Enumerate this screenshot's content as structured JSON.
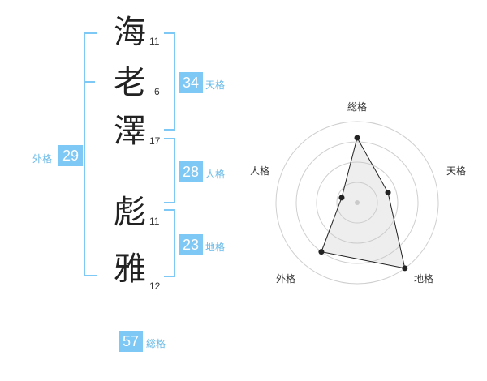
{
  "characters": [
    {
      "char": "海",
      "strokes": "11"
    },
    {
      "char": "老",
      "strokes": "6"
    },
    {
      "char": "澤",
      "strokes": "17"
    },
    {
      "char": "彪",
      "strokes": "11"
    },
    {
      "char": "雅",
      "strokes": "12"
    }
  ],
  "fortunes": {
    "tenkaku": {
      "value": "34",
      "label": "天格"
    },
    "jinkaku": {
      "value": "28",
      "label": "人格"
    },
    "chikaku": {
      "value": "23",
      "label": "地格"
    },
    "gaikaku": {
      "value": "29",
      "label": "外格"
    },
    "soukaku": {
      "value": "57",
      "label": "総格"
    }
  },
  "colors": {
    "accent": "#7ec8f5",
    "accent_text": "#6bbbe8"
  },
  "chart_data": {
    "type": "radar",
    "axes": [
      "総格",
      "天格",
      "地格",
      "外格",
      "人格"
    ],
    "values": [
      0.8,
      0.4,
      1.0,
      0.75,
      0.2
    ],
    "rings": 4,
    "max": 1.0
  }
}
